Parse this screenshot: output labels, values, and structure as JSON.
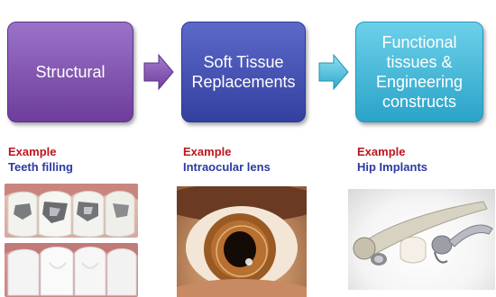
{
  "boxes": [
    {
      "lines": [
        "Structural"
      ]
    },
    {
      "lines": [
        "Soft Tissue",
        "Replacements"
      ]
    },
    {
      "lines": [
        "Functional",
        "tissues &",
        "Engineering",
        "constructs"
      ]
    }
  ],
  "examples": [
    {
      "label": "Example",
      "value": "Teeth filling"
    },
    {
      "label": "Example",
      "value": "Intraocular lens"
    },
    {
      "label": "Example",
      "value": "Hip Implants"
    }
  ],
  "colors": {
    "structural": "#7b4aa8",
    "soft_tissue": "#3f4db0",
    "functional": "#3bb8da",
    "example_label": "#c0141c",
    "example_value": "#2b3aa0"
  },
  "icons": [
    "right-arrow-icon",
    "right-arrow-icon"
  ]
}
